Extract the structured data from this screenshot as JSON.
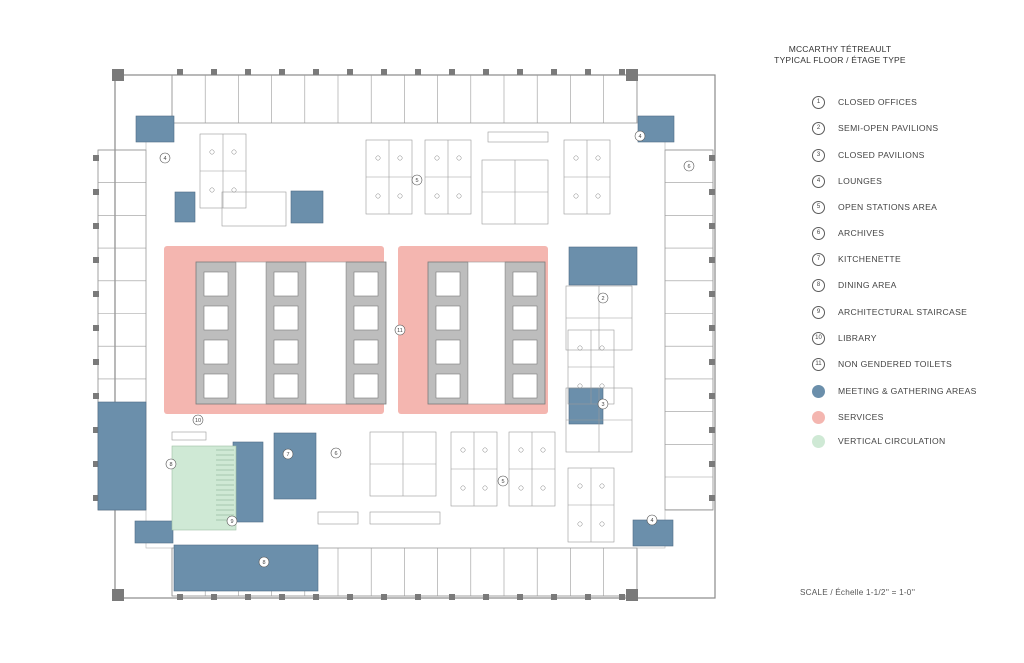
{
  "title": {
    "line1": "MCCARTHY TÉTREAULT",
    "line2": "TYPICAL FLOOR / ÉTAGE TYPE"
  },
  "legend": [
    {
      "marker": "1",
      "label": "CLOSED OFFICES"
    },
    {
      "marker": "2",
      "label": "SEMI-OPEN PAVILIONS"
    },
    {
      "marker": "3",
      "label": "CLOSED PAVILIONS"
    },
    {
      "marker": "4",
      "label": "LOUNGES"
    },
    {
      "marker": "5",
      "label": "OPEN STATIONS AREA"
    },
    {
      "marker": "6",
      "label": "ARCHIVES"
    },
    {
      "marker": "7",
      "label": "KITCHENETTE"
    },
    {
      "marker": "8",
      "label": "DINING AREA"
    },
    {
      "marker": "9",
      "label": "ARCHITECTURAL STAIRCASE"
    },
    {
      "marker": "10",
      "label": "LIBRARY"
    },
    {
      "marker": "11",
      "label": "NON GENDERED TOILETS"
    },
    {
      "marker": "",
      "label": "MEETING & GATHERING AREAS",
      "color": "#6b8fab"
    },
    {
      "marker": "",
      "label": "SERVICES",
      "color": "#f4b6b0"
    },
    {
      "marker": "",
      "label": "VERTICAL CIRCULATION",
      "color": "#cfe9d5"
    }
  ],
  "colors": {
    "meeting": "#6b8fab",
    "services": "#f4b6b0",
    "circulation": "#cfe9d5",
    "wall": "#8a8a8a"
  },
  "scale": "SCALE / Échelle 1-1/2'' = 1-0''"
}
